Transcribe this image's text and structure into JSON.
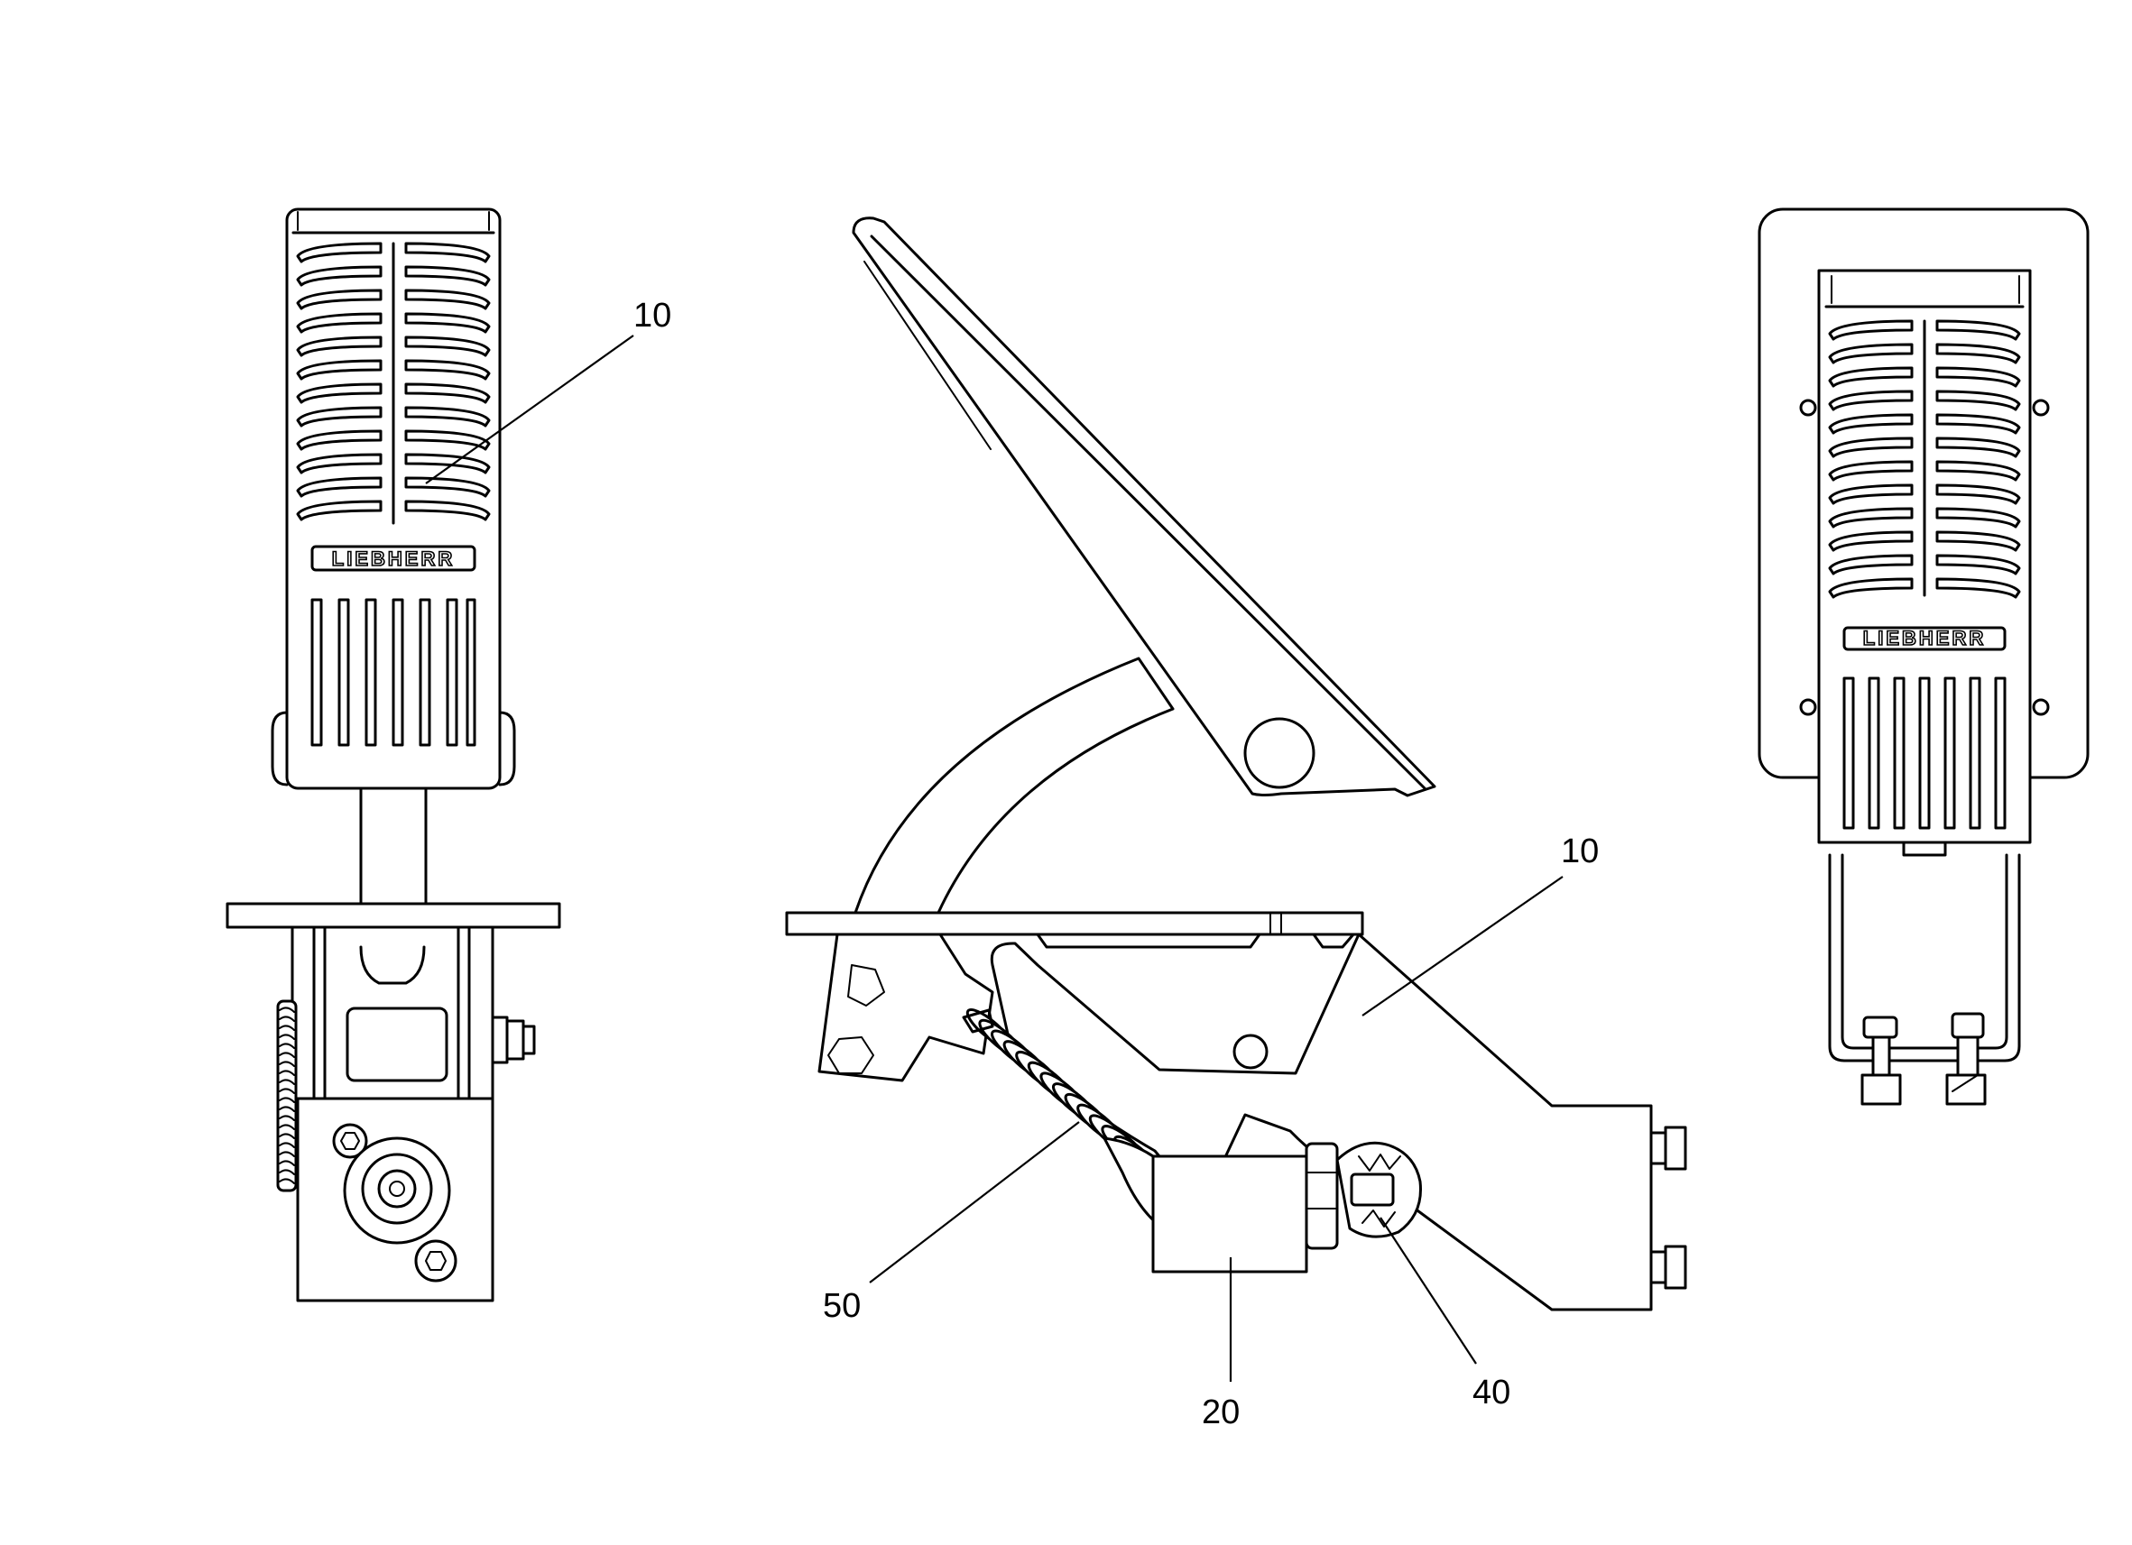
{
  "callouts": {
    "front_view": "10",
    "side_body": "10",
    "side_cylinder": "20",
    "side_connector": "40",
    "side_spring": "50"
  },
  "brand_text": "LIEBHERR"
}
